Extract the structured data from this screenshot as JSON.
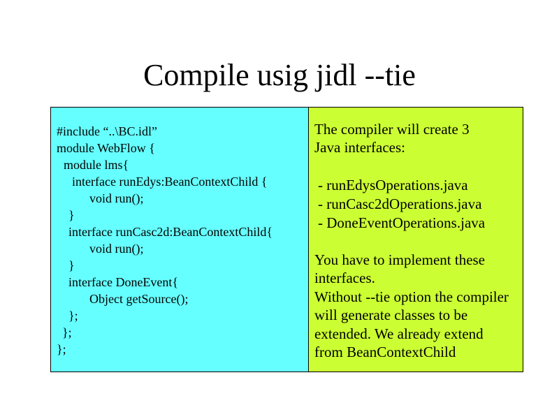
{
  "slide": {
    "title": "Compile usig jidl --tie"
  },
  "code_panel": {
    "lines": [
      "#include “..\\BC.idl”",
      "module WebFlow {",
      "module lms{",
      "interface runEdys:BeanContextChild {",
      "void run();",
      "}",
      "interface runCasc2d:BeanContextChild{",
      "void run();",
      "}",
      "interface DoneEvent{",
      "Object getSource();",
      "};",
      "};",
      "};"
    ]
  },
  "notes_panel": {
    "intro": [
      "The compiler will create 3",
      "Java interfaces:"
    ],
    "files": [
      "- runEdysOperations.java",
      "- runCasc2dOperations.java",
      "- DoneEventOperations.java"
    ],
    "explanation": [
      "You have to implement these",
      "interfaces.",
      "Without --tie option the compiler",
      "will generate classes to be",
      "extended. We already extend",
      "from BeanContextChild"
    ]
  },
  "colors": {
    "code_background": "#66ffff",
    "notes_background": "#ccff33",
    "text": "#000000"
  }
}
